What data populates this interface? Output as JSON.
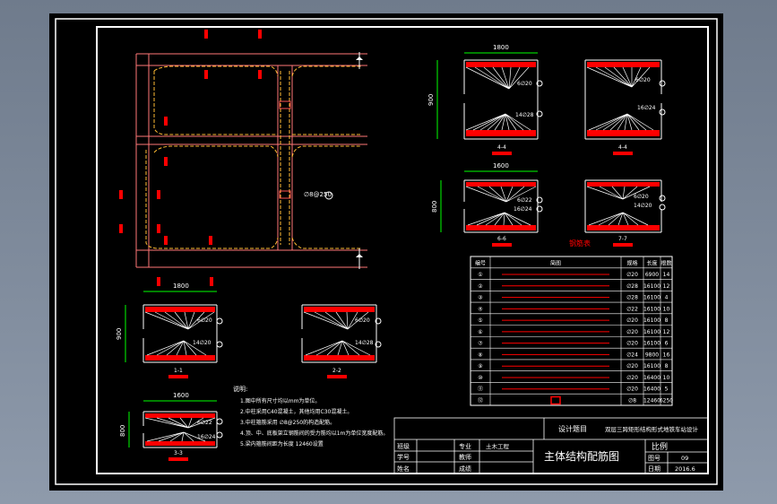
{
  "sections": {
    "s44_a": "4-4",
    "s44_b": "4-4",
    "s66": "6-6",
    "s77": "7-7",
    "s11": "1-1",
    "s22": "2-2",
    "s33": "3-3"
  },
  "dims": {
    "w1800": "1800",
    "h900": "900",
    "w1600": "1600",
    "h800": "800"
  },
  "bar_labels": {
    "b6x20_a": "6∅20",
    "b14x28": "14∅28",
    "b16x24": "16∅24",
    "b6x20_b": "6∅20",
    "b6x20_c": "6∅20",
    "b14x20": "14∅20",
    "b6x22": "6∅22",
    "b16x24_s": "16∅24",
    "stir": "∅8@250"
  },
  "steel_table": {
    "title": "钢筋表",
    "headers": [
      "编号",
      "简图",
      "规格",
      "长度",
      "根数"
    ],
    "rows": [
      [
        "①",
        "",
        "∅20",
        "6900",
        "14"
      ],
      [
        "②",
        "",
        "∅28",
        "16100",
        "12"
      ],
      [
        "③",
        "",
        "∅28",
        "16100",
        "4"
      ],
      [
        "④",
        "",
        "∅22",
        "16100",
        "10"
      ],
      [
        "⑤",
        "",
        "∅20",
        "16100",
        "8"
      ],
      [
        "⑥",
        "",
        "∅20",
        "16100",
        "12"
      ],
      [
        "⑦",
        "",
        "∅20",
        "16100",
        "6"
      ],
      [
        "⑧",
        "",
        "∅24",
        "9800",
        "16"
      ],
      [
        "⑨",
        "",
        "∅20",
        "16100",
        "8"
      ],
      [
        "⑩",
        "",
        "∅20",
        "16400",
        "10"
      ],
      [
        "⑪",
        "",
        "∅20",
        "16400",
        "5"
      ],
      [
        "⑫",
        "",
        "∅8",
        "12460",
        "6250"
      ]
    ]
  },
  "notes": {
    "heading": "说明:",
    "lines": [
      "1.图中所有尺寸均以mm为单位。",
      "2.中柱采用C40混凝土，其他均用C30混凝土。",
      "3.中柱箍筋采用  ∅8@250的构造配筋。",
      "4.顶、中、底板架立钢筋间的受力筋均以1m为单位宽度配筋。",
      "5.梁内箍筋间距为长度   12460设置"
    ]
  },
  "title_block": {
    "design_topic_label": "设计题目",
    "design_topic": "双层三跨矩形结构形式地铁车站设计",
    "class_label": "班级",
    "major_label": "专业",
    "major": "土木工程",
    "id_label": "学号",
    "teacher_label": "教师",
    "name_label": "姓名",
    "grade_label": "成绩",
    "drawing_title": "主体结构配筋图",
    "scale_label": "比例",
    "sheet_no_label": "图号",
    "sheet_no": "09",
    "date_label": "日期",
    "date": "2016.6"
  },
  "colors": {
    "background": "#000000",
    "frame": "#ffffff",
    "rebar": "#ff0000",
    "dimension": "#00ff00",
    "text": "#ffffff",
    "label": "#ffff00",
    "section_outline": "#ff7777"
  }
}
